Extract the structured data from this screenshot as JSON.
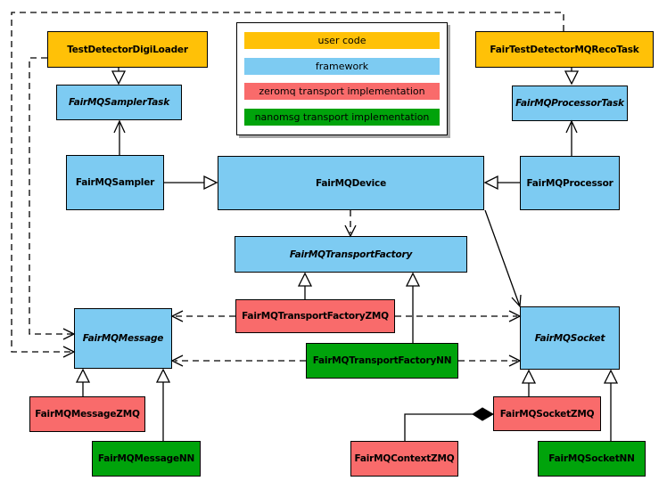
{
  "colors": {
    "user_code": "#FFC107",
    "framework": "#7DCBF2",
    "zeromq": "#F96B6B",
    "nanomsg": "#00A30B",
    "border": "#000000",
    "background": "#FFFFFF"
  },
  "legend": {
    "items": [
      {
        "label": "user code",
        "color": "#FFC107"
      },
      {
        "label": "framework",
        "color": "#7DCBF2"
      },
      {
        "label": "zeromq transport implementation",
        "color": "#F96B6B"
      },
      {
        "label": "nanomsg transport implementation",
        "color": "#00A30B"
      }
    ]
  },
  "nodes": {
    "test_detector_digi_loader": {
      "label": "TestDetectorDigiLoader",
      "category": "user code",
      "abstract": false
    },
    "fair_test_detector_mq_reco_task": {
      "label": "FairTestDetectorMQRecoTask",
      "category": "user code",
      "abstract": false
    },
    "fair_mq_sampler_task": {
      "label": "FairMQSamplerTask",
      "category": "framework",
      "abstract": true
    },
    "fair_mq_processor_task": {
      "label": "FairMQProcessorTask",
      "category": "framework",
      "abstract": true
    },
    "fair_mq_sampler": {
      "label": "FairMQSampler",
      "category": "framework",
      "abstract": false
    },
    "fair_mq_device": {
      "label": "FairMQDevice",
      "category": "framework",
      "abstract": false
    },
    "fair_mq_processor": {
      "label": "FairMQProcessor",
      "category": "framework",
      "abstract": false
    },
    "fair_mq_transport_factory": {
      "label": "FairMQTransportFactory",
      "category": "framework",
      "abstract": true
    },
    "fair_mq_transport_factory_zmq": {
      "label": "FairMQTransportFactoryZMQ",
      "category": "zeromq transport implementation",
      "abstract": false
    },
    "fair_mq_transport_factory_nn": {
      "label": "FairMQTransportFactoryNN",
      "category": "nanomsg transport implementation",
      "abstract": false
    },
    "fair_mq_message": {
      "label": "FairMQMessage",
      "category": "framework",
      "abstract": true
    },
    "fair_mq_socket": {
      "label": "FairMQSocket",
      "category": "framework",
      "abstract": true
    },
    "fair_mq_message_zmq": {
      "label": "FairMQMessageZMQ",
      "category": "zeromq transport implementation",
      "abstract": false
    },
    "fair_mq_message_nn": {
      "label": "FairMQMessageNN",
      "category": "nanomsg transport implementation",
      "abstract": false
    },
    "fair_mq_socket_zmq": {
      "label": "FairMQSocketZMQ",
      "category": "zeromq transport implementation",
      "abstract": false
    },
    "fair_mq_socket_nn": {
      "label": "FairMQSocketNN",
      "category": "nanomsg transport implementation",
      "abstract": false
    },
    "fair_mq_context_zmq": {
      "label": "FairMQContextZMQ",
      "category": "zeromq transport implementation",
      "abstract": false
    }
  },
  "edges": [
    {
      "from": "TestDetectorDigiLoader",
      "to": "FairMQSamplerTask",
      "type": "inheritance",
      "line": "solid"
    },
    {
      "from": "FairTestDetectorMQRecoTask",
      "to": "FairMQProcessorTask",
      "type": "inheritance",
      "line": "solid"
    },
    {
      "from": "FairMQSampler",
      "to": "FairMQSamplerTask",
      "type": "association",
      "line": "solid"
    },
    {
      "from": "FairMQProcessor",
      "to": "FairMQProcessorTask",
      "type": "association",
      "line": "solid"
    },
    {
      "from": "FairMQSampler",
      "to": "FairMQDevice",
      "type": "inheritance",
      "line": "solid"
    },
    {
      "from": "FairMQProcessor",
      "to": "FairMQDevice",
      "type": "inheritance",
      "line": "solid"
    },
    {
      "from": "FairMQDevice",
      "to": "FairMQTransportFactory",
      "type": "dependency",
      "line": "dashed"
    },
    {
      "from": "FairMQDevice",
      "to": "FairMQSocket",
      "type": "association",
      "line": "solid"
    },
    {
      "from": "TestDetectorDigiLoader",
      "to": "FairMQMessage",
      "type": "dependency",
      "line": "dashed"
    },
    {
      "from": "FairTestDetectorMQRecoTask",
      "to": "FairMQMessage",
      "type": "dependency",
      "line": "dashed"
    },
    {
      "from": "FairMQTransportFactoryZMQ",
      "to": "FairMQTransportFactory",
      "type": "inheritance",
      "line": "solid"
    },
    {
      "from": "FairMQTransportFactoryNN",
      "to": "FairMQTransportFactory",
      "type": "inheritance",
      "line": "solid"
    },
    {
      "from": "FairMQTransportFactoryZMQ",
      "to": "FairMQMessage",
      "type": "dependency",
      "line": "dashed"
    },
    {
      "from": "FairMQTransportFactoryZMQ",
      "to": "FairMQSocket",
      "type": "dependency",
      "line": "dashed"
    },
    {
      "from": "FairMQTransportFactoryNN",
      "to": "FairMQMessage",
      "type": "dependency",
      "line": "dashed"
    },
    {
      "from": "FairMQTransportFactoryNN",
      "to": "FairMQSocket",
      "type": "dependency",
      "line": "dashed"
    },
    {
      "from": "FairMQMessageZMQ",
      "to": "FairMQMessage",
      "type": "inheritance",
      "line": "solid"
    },
    {
      "from": "FairMQMessageNN",
      "to": "FairMQMessage",
      "type": "inheritance",
      "line": "solid"
    },
    {
      "from": "FairMQSocketZMQ",
      "to": "FairMQSocket",
      "type": "inheritance",
      "line": "solid"
    },
    {
      "from": "FairMQSocketNN",
      "to": "FairMQSocket",
      "type": "inheritance",
      "line": "solid"
    },
    {
      "from": "FairMQContextZMQ",
      "to": "FairMQSocketZMQ",
      "type": "composition",
      "line": "solid"
    }
  ]
}
